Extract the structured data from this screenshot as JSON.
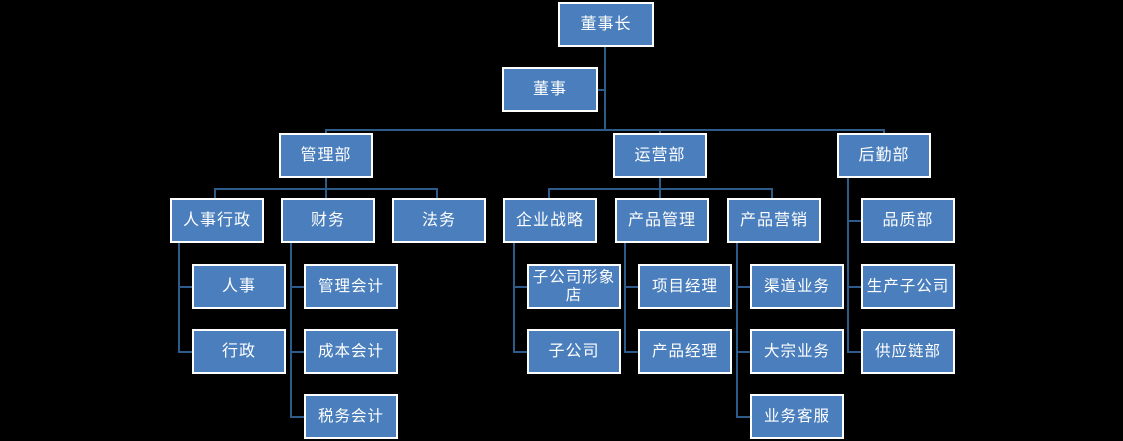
{
  "diagram": {
    "type": "org-chart",
    "title": "",
    "colors": {
      "background": "#000000",
      "node_fill": "#4a7ebc",
      "node_border": "#ffffff",
      "node_text": "#ffffff",
      "connector": "#2e5c8a"
    },
    "nodes": {
      "chairman": "董事长",
      "director": "董事",
      "dept_management": "管理部",
      "dept_operations": "运营部",
      "dept_logistics": "后勤部",
      "hr_admin": "人事行政",
      "finance": "财务",
      "legal": "法务",
      "enterprise_strategy": "企业战略",
      "product_management": "产品管理",
      "product_marketing": "产品营销",
      "quality_dept": "品质部",
      "hr": "人事",
      "admin": "行政",
      "management_accounting": "管理会计",
      "cost_accounting": "成本会计",
      "tax_accounting": "税务会计",
      "subsidiary_image_store": "子公司形象店",
      "subsidiary": "子公司",
      "project_manager": "项目经理",
      "product_manager": "产品经理",
      "channel_business": "渠道业务",
      "bulk_business": "大宗业务",
      "business_customer_service": "业务客服",
      "production_subsidiary": "生产子公司",
      "supply_chain_dept": "供应链部"
    },
    "hierarchy": {
      "root": "chairman",
      "edges": [
        [
          "chairman",
          "director"
        ],
        [
          "director",
          "dept_management"
        ],
        [
          "director",
          "dept_operations"
        ],
        [
          "director",
          "dept_logistics"
        ],
        [
          "dept_management",
          "hr_admin"
        ],
        [
          "dept_management",
          "finance"
        ],
        [
          "dept_management",
          "legal"
        ],
        [
          "dept_operations",
          "enterprise_strategy"
        ],
        [
          "dept_operations",
          "product_management"
        ],
        [
          "dept_operations",
          "product_marketing"
        ],
        [
          "dept_logistics",
          "quality_dept"
        ],
        [
          "dept_logistics",
          "production_subsidiary"
        ],
        [
          "dept_logistics",
          "supply_chain_dept"
        ],
        [
          "hr_admin",
          "hr"
        ],
        [
          "hr_admin",
          "admin"
        ],
        [
          "finance",
          "management_accounting"
        ],
        [
          "finance",
          "cost_accounting"
        ],
        [
          "finance",
          "tax_accounting"
        ],
        [
          "enterprise_strategy",
          "subsidiary_image_store"
        ],
        [
          "enterprise_strategy",
          "subsidiary"
        ],
        [
          "product_management",
          "project_manager"
        ],
        [
          "product_management",
          "product_manager"
        ],
        [
          "product_marketing",
          "channel_business"
        ],
        [
          "product_marketing",
          "bulk_business"
        ],
        [
          "product_marketing",
          "business_customer_service"
        ]
      ]
    }
  }
}
